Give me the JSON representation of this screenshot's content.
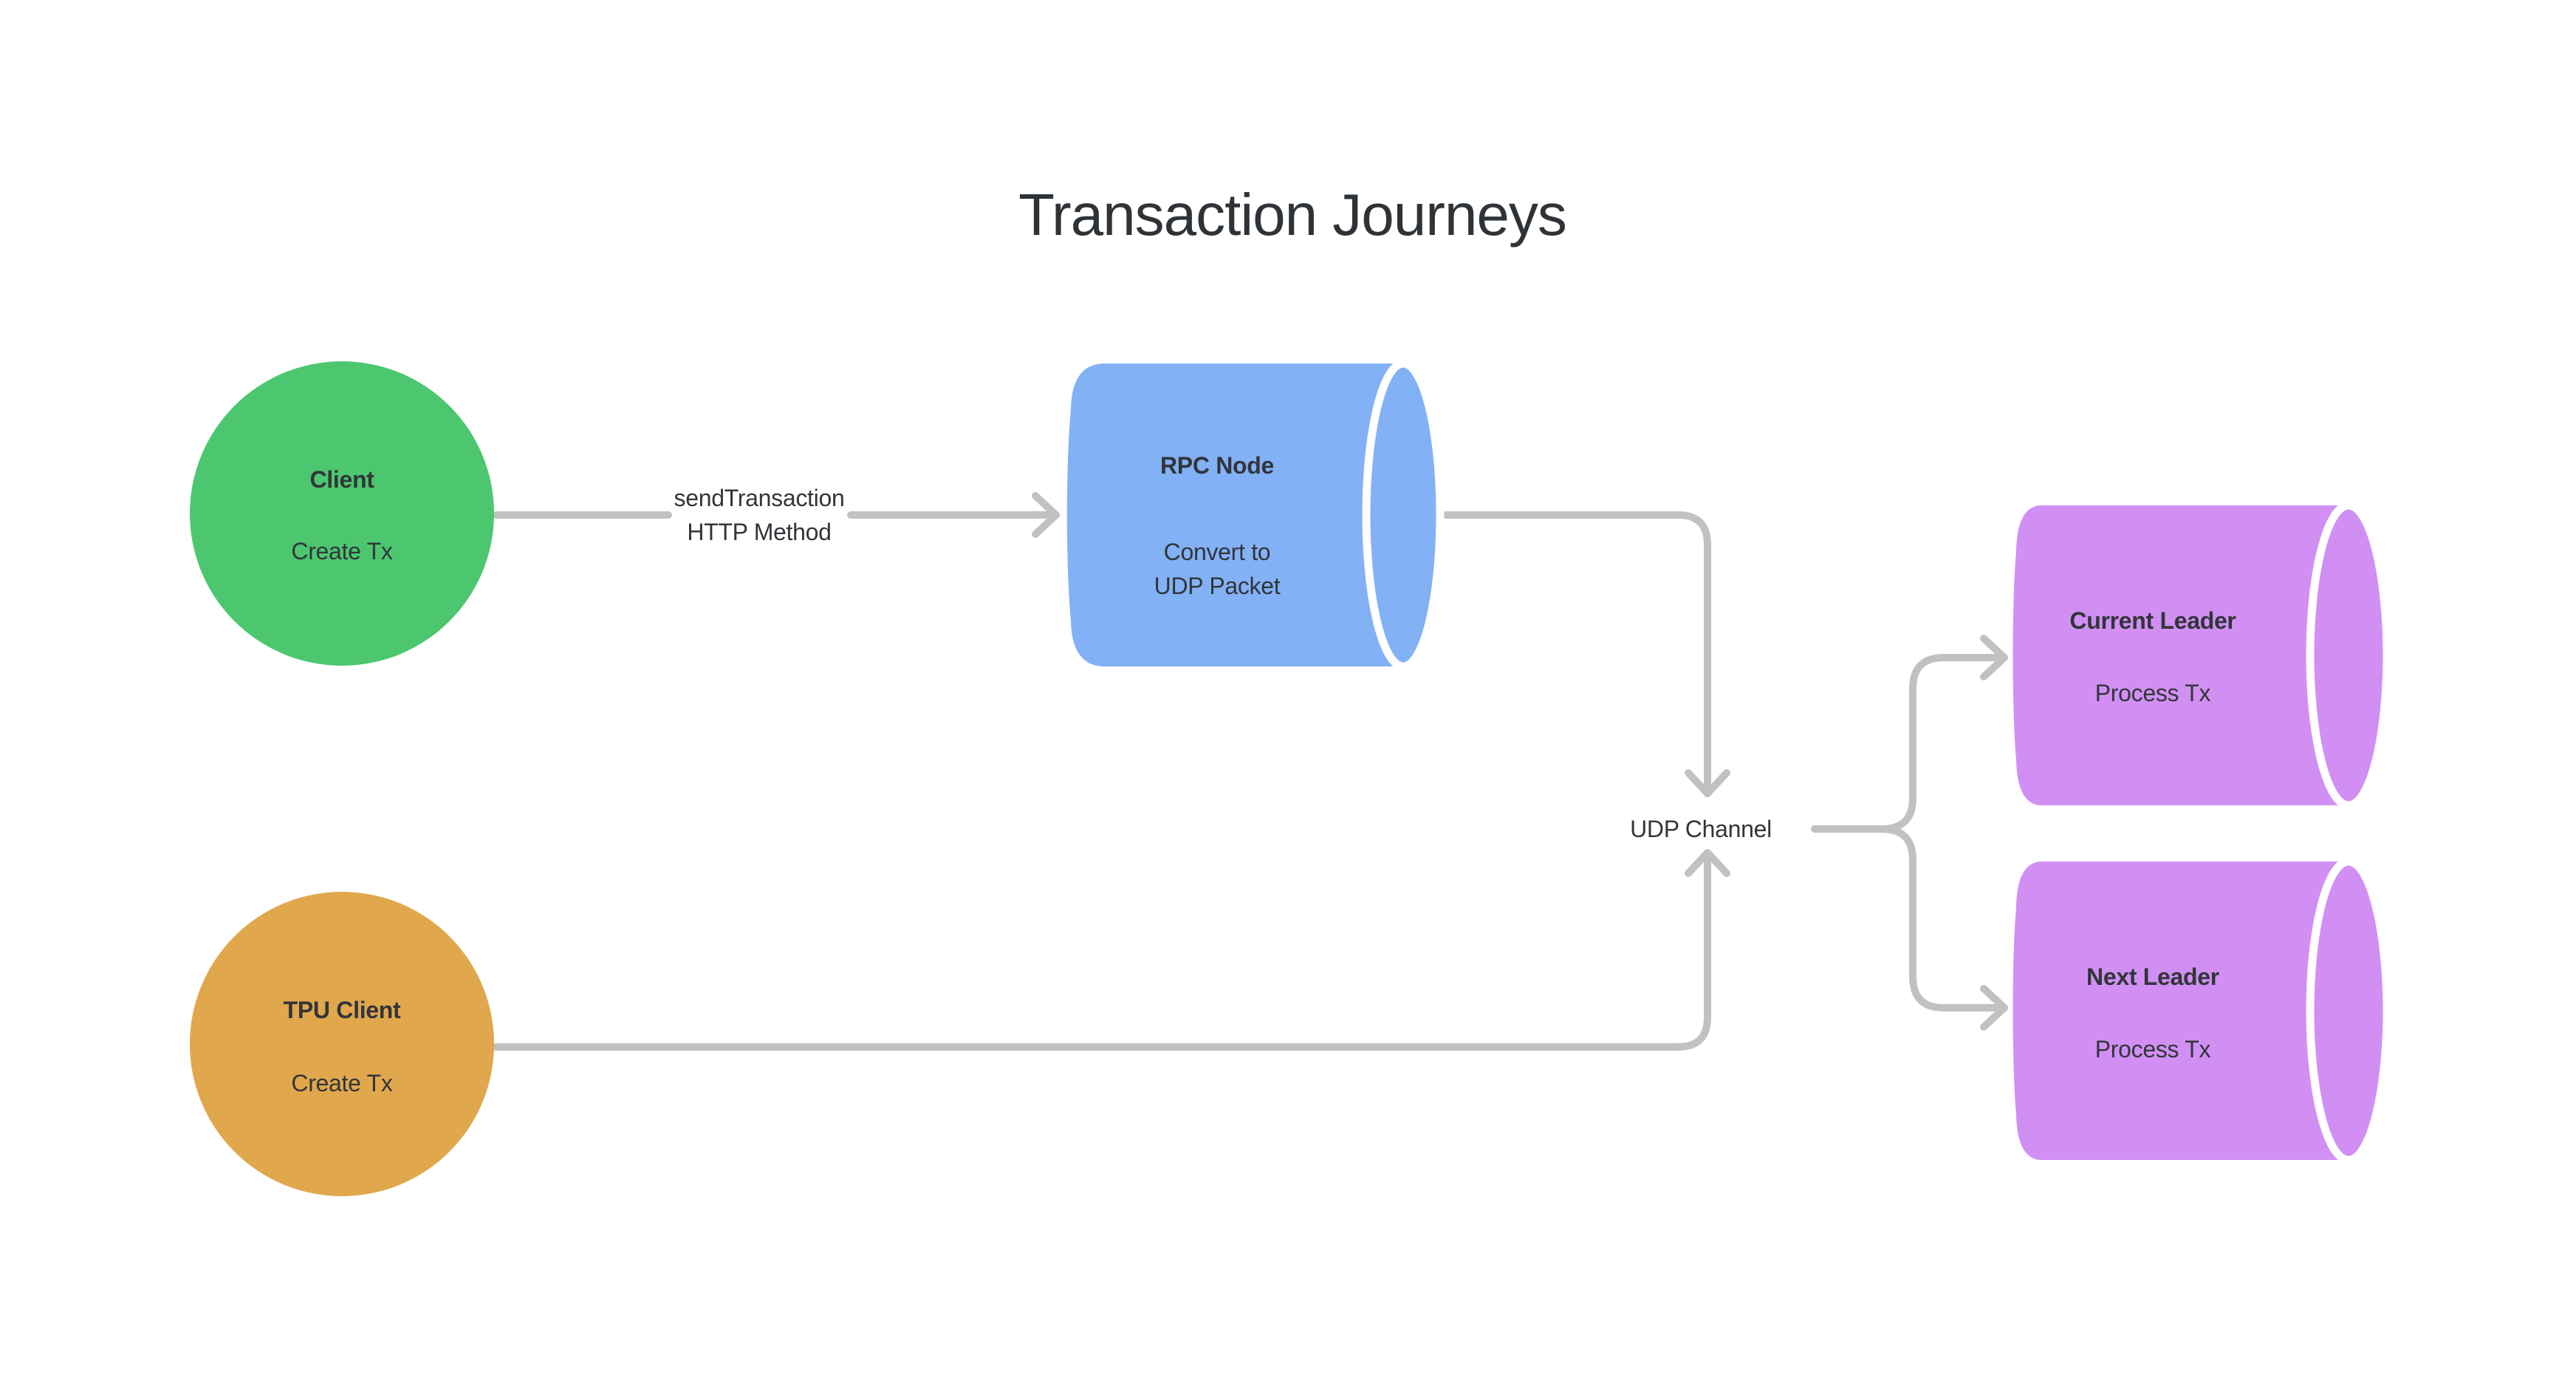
{
  "title": "Transaction Journeys",
  "colors": {
    "background": "#FFFFFF",
    "connector": "#C1C1C1",
    "text": "#323539",
    "title_text": "#2E3338",
    "client_fill": "#4CC76F",
    "tpu_client_fill": "#E1A74D",
    "rpc_node_fill": "#82B1F5",
    "leader_fill": "#D18FF3",
    "cylinder_gap": "#FFFFFF"
  },
  "nodes": {
    "client": {
      "shape": "circle",
      "title": "Client",
      "subtitle": "Create Tx"
    },
    "tpu_client": {
      "shape": "circle",
      "title": "TPU Client",
      "subtitle": "Create Tx"
    },
    "rpc_node": {
      "shape": "cylinder",
      "title": "RPC Node",
      "subtitle": "Convert to\nUDP Packet"
    },
    "current_leader": {
      "shape": "cylinder",
      "title": "Current Leader",
      "subtitle": "Process Tx"
    },
    "next_leader": {
      "shape": "cylinder",
      "title": "Next Leader",
      "subtitle": "Process Tx"
    }
  },
  "edges": {
    "client_to_rpc": {
      "label": "sendTransaction\nHTTP Method"
    },
    "udp_channel": {
      "label": "UDP Channel"
    }
  }
}
